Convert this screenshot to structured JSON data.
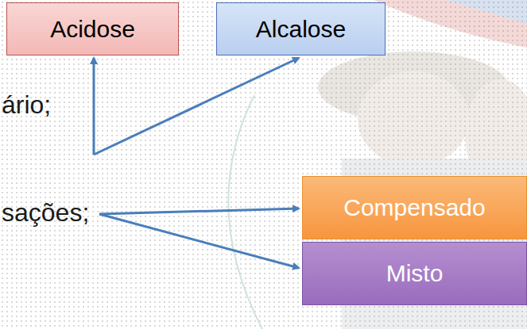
{
  "diagram": {
    "nodes": [
      {
        "text": [
          "Acidose"
        ]
      },
      {
        "text": [
          "Alcalose"
        ]
      },
      {
        "text": [
          "Compensado"
        ]
      },
      {
        "text": [
          "Misto"
        ]
      }
    ],
    "labels": [
      "ário;",
      "sações;"
    ]
  }
}
